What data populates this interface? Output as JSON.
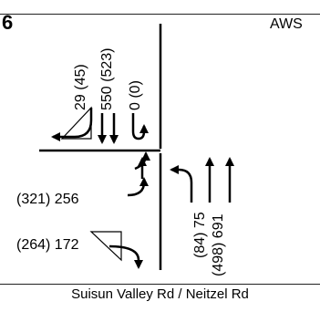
{
  "intersection_number": "6",
  "traffic_control": "AWS",
  "caption": "Suisun Valley Rd / Neitzel Rd",
  "volumes": {
    "southbound_right": "29 (45)",
    "southbound_through": "550 (523)",
    "southbound_uturn": "0 (0)",
    "eastbound_left": "(321) 256",
    "eastbound_right": "(264) 172",
    "northbound_left": "(84) 75",
    "northbound_through": "(498) 691"
  }
}
